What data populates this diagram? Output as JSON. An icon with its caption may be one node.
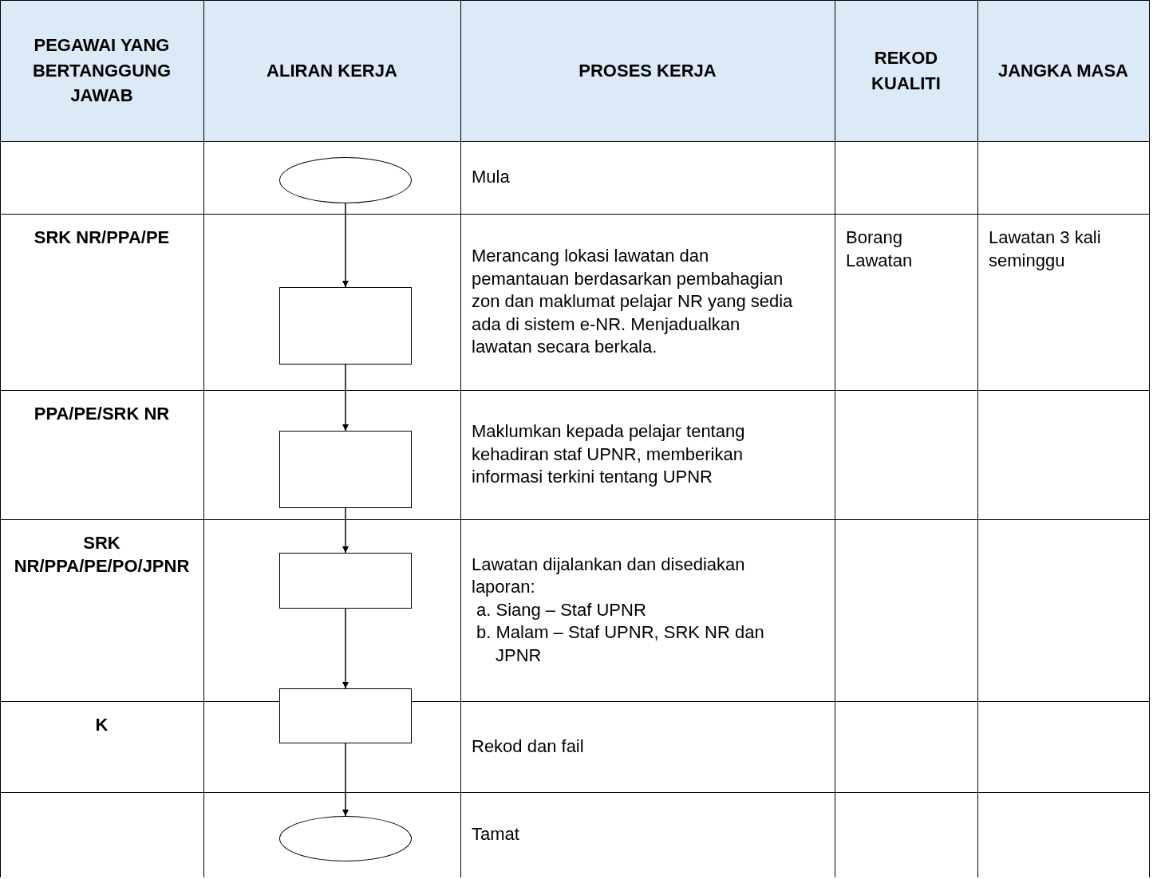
{
  "diagram": {
    "nodes": [
      {
        "text": [],
        "shape": "ellipse"
      },
      {
        "text": [],
        "shape": "box"
      },
      {
        "text": [],
        "shape": "box"
      },
      {
        "text": [],
        "shape": "box"
      },
      {
        "text": [],
        "shape": "box"
      },
      {
        "text": [],
        "shape": "ellipse"
      }
    ],
    "edges": [
      {
        "from": 0,
        "to": 1,
        "arrow": "to"
      },
      {
        "from": 1,
        "to": 2,
        "arrow": "to"
      },
      {
        "from": 2,
        "to": 3,
        "arrow": "to"
      },
      {
        "from": 3,
        "to": 4,
        "arrow": "to"
      },
      {
        "from": 4,
        "to": 5,
        "arrow": "to"
      }
    ],
    "labels": [
      "PEGAWAI YANG BERTANGGUNG JAWAB",
      "ALIRAN KERJA",
      "PROSES KERJA",
      "REKOD KUALITI",
      "JANGKA MASA",
      "Mula",
      "SRK NR/PPA/PE",
      "Merancang lokasi lawatan dan pemantauan berdasarkan pembahagian zon dan maklumat pelajar NR yang sedia ada di sistem e-NR. Menjadualkan lawatan secara berkala.",
      "Borang Lawatan",
      "Lawatan 3 kali seminggu",
      "PPA/PE/SRK NR",
      "Maklumkan kepada pelajar tentang kehadiran staf UPNR, memberikan informasi terkini tentang UPNR",
      "SRK NR/PPA/PE/PO/JPNR",
      "Lawatan dijalankan dan disediakan laporan:",
      "a. Siang – Staf UPNR",
      "b. Malam – Staf UPNR, SRK NR dan JPNR",
      "K",
      "Rekod dan fail",
      "Tamat"
    ]
  }
}
